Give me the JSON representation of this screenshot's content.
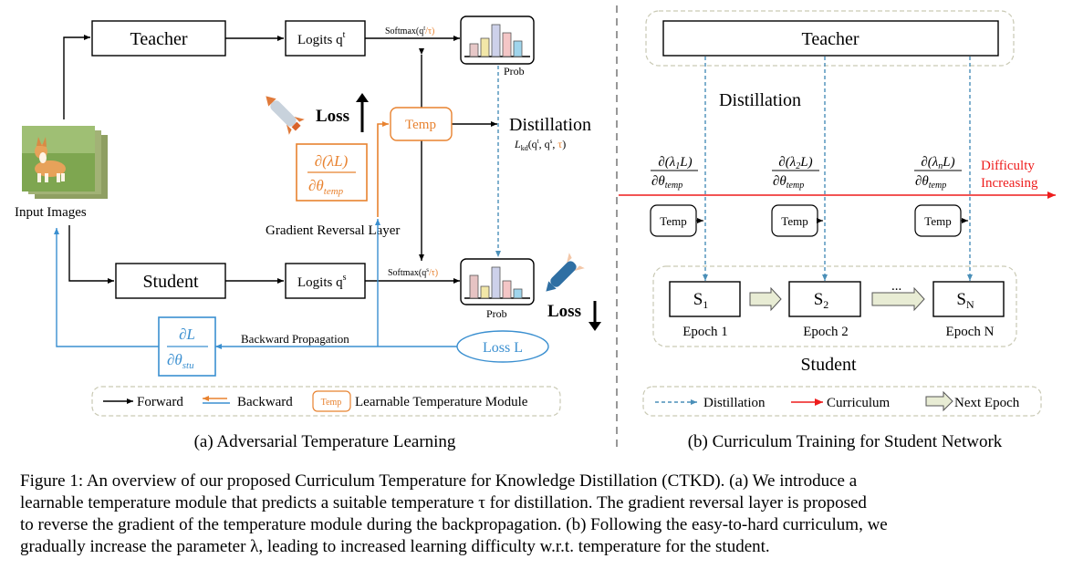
{
  "panel_a": {
    "teacher": "Teacher",
    "student": "Student",
    "logits_t_base": "Logits q",
    "logits_t_sup": "t",
    "logits_s_base": "Logits q",
    "logits_s_sup": "s",
    "softmax_t": "Softmax(q",
    "softmax_t_sup": "t",
    "softmax_s": "Softmax(q",
    "softmax_s_sup": "s",
    "softmax_tau": "/τ)",
    "prob_top": "Prob",
    "prob_bottom": "Prob",
    "loss_up": "Loss",
    "loss_down": "Loss",
    "temp": "Temp",
    "distillation": "Distillation",
    "lkd": "L",
    "lkd_sub": "kd",
    "lkd_args_1": "(q",
    "lkd_args_1_sup": "t",
    "lkd_args_2": ", q",
    "lkd_args_2_sup": "s",
    "lkd_args_3": ", ",
    "lkd_tau": "τ",
    "lkd_close": ")",
    "grad_temp_num": "∂(λL)",
    "grad_temp_den": "∂θ",
    "grad_temp_sub": "temp",
    "grl": "Gradient Reversal Layer",
    "input_images": "Input Images",
    "grad_stu_num": "∂L",
    "grad_stu_den": "∂θ",
    "grad_stu_sub": "stu",
    "backprop": "Backward Propagation",
    "loss_ell": "Loss L",
    "legend_forward": "Forward",
    "legend_backward": "Backward",
    "legend_temp": "Temp",
    "legend_module": "Learnable Temperature Module",
    "caption": "(a) Adversarial Temperature Learning"
  },
  "panel_b": {
    "teacher": "Teacher",
    "distillation": "Distillation",
    "grads": [
      {
        "num": "∂(λ",
        "idx": "1",
        "tail": "L)",
        "den": "∂θ",
        "sub": "temp"
      },
      {
        "num": "∂(λ",
        "idx": "2",
        "tail": "L)",
        "den": "∂θ",
        "sub": "temp"
      },
      {
        "num": "∂(λ",
        "idx": "n",
        "tail": "L)",
        "den": "∂θ",
        "sub": "temp"
      }
    ],
    "difficulty_1": "Difficulty",
    "difficulty_2": "Increasing",
    "temp": "Temp",
    "s1": "S",
    "s1_sub": "1",
    "s2": "S",
    "s2_sub": "2",
    "sn": "S",
    "sn_sub": "N",
    "ellipsis": "...",
    "epoch1": "Epoch 1",
    "epoch2": "Epoch 2",
    "epochn": "Epoch N",
    "student": "Student",
    "legend_distillation": "Distillation",
    "legend_curriculum": "Curriculum",
    "legend_next": "Next Epoch",
    "caption": "(b) Curriculum Training for Student Network"
  },
  "figure_caption": [
    "Figure 1: An overview of our proposed Curriculum Temperature for Knowledge Distillation (CTKD). (a) We introduce a",
    "learnable temperature module that predicts a suitable temperature τ for distillation. The gradient reversal layer is proposed",
    "to reverse the gradient of the temperature module during the backpropagation. (b) Following the easy-to-hard curriculum, we",
    "gradually increase the parameter λ, leading to increased learning difficulty w.r.t. temperature for the student."
  ],
  "colors": {
    "orange": "#e8822f",
    "blue": "#3a8fd0",
    "dashed_blue": "#4a8fb8",
    "red": "#ee1c1c",
    "gray_border": "#c9c9b4"
  }
}
